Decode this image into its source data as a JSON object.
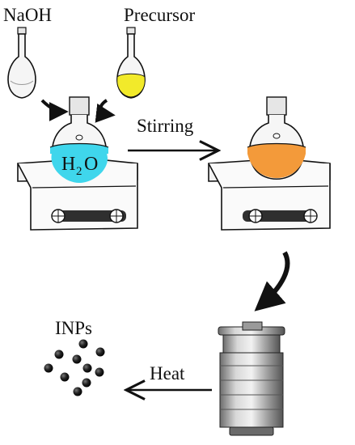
{
  "labels": {
    "naoh": "NaOH",
    "precursor": "Precursor",
    "stirring": "Stirring",
    "heat": "Heat",
    "inps": "INPs",
    "water_h": "H",
    "water_sub": "2",
    "water_o": "O"
  },
  "colors": {
    "water": "#3fd6ec",
    "orange_solution": "#f39a3a",
    "precursor_liquid": "#f2ea2a",
    "naoh_liquid": "#f4f4f4",
    "stirrer_body": "#f2f2f2",
    "stirrer_slot": "#2f2f2f",
    "autoclave_steel": "#a9a9a9",
    "nanoparticle": "#1a1a1a",
    "line": "#111111"
  },
  "icons": {
    "naoh_flask": "volumetric-flask-icon",
    "precursor_flask": "volumetric-flask-icon",
    "reaction_flask": "round-bottom-flask-icon",
    "hot_plate": "magnetic-stirrer-icon",
    "autoclave": "autoclave-icon",
    "nanoparticles": "particle-dots-icon"
  }
}
